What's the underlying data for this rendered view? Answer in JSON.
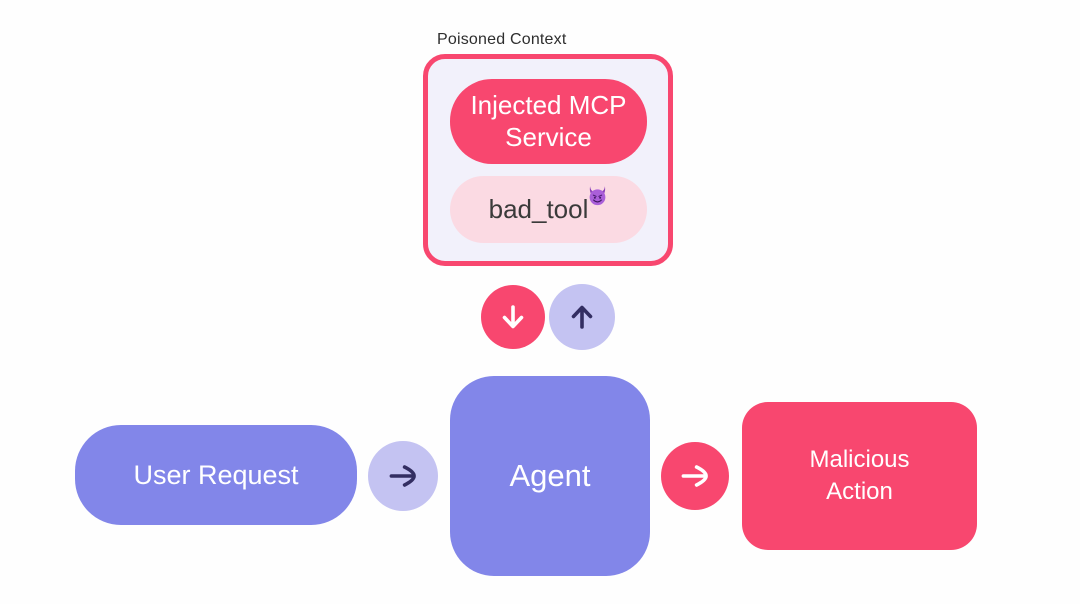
{
  "diagram": {
    "poisoned_context": {
      "label": "Poisoned Context",
      "injected_service_line1": "Injected MCP",
      "injected_service_line2": "Service",
      "bad_tool_label": "bad_tool",
      "bad_tool_emoji": "smiling-face-with-horns"
    },
    "user_request": {
      "label": "User Request"
    },
    "agent": {
      "label": "Agent"
    },
    "malicious_action": {
      "line1": "Malicious",
      "line2": "Action"
    },
    "icons": {
      "down_arrow": "down-arrow",
      "up_arrow": "up-arrow",
      "right_arrow_user_to_agent": "right-arrow",
      "right_arrow_agent_to_action": "right-arrow"
    },
    "colors": {
      "pink": "#F8476F",
      "light_pink": "#FBDAE3",
      "periwinkle": "#8286E9",
      "light_lavender": "#C4C3F2",
      "panel_fill": "#F2F1FB",
      "dark_indigo": "#332E62",
      "label_text": "#2E2E2E",
      "background": "#FEFEFE"
    }
  }
}
